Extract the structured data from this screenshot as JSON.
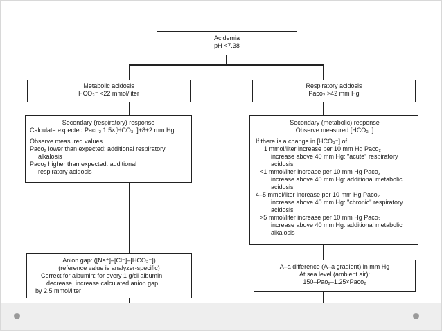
{
  "acidemia": {
    "title": "Acidemia",
    "ph": "pH <7.38"
  },
  "metabolic_acidosis": {
    "title": "Metabolic acidosis",
    "criterion": "HCO₃⁻ <22 mmol/liter"
  },
  "respiratory_acidosis": {
    "title": "Respiratory acidosis",
    "criterion": "Paco₂ >42 mm Hg"
  },
  "secondary_respiratory": {
    "title": "Secondary (respiratory) response",
    "calc": "Calculate expected Paco₂:1.5×[HCO₃⁻]+8±2 mm Hg",
    "observe": "Observe measured values",
    "lower_1": "Paco₂ lower than expected: additional respiratory",
    "lower_2": "alkalosis",
    "higher_1": "Paco₂ higher than expected: additional",
    "higher_2": "respiratory acidosis"
  },
  "secondary_metabolic": {
    "title": "Secondary (metabolic) response",
    "observe": "Observe measured [HCO₃⁻]",
    "intro": "If there is a change in [HCO₃⁻] of",
    "items": [
      {
        "lines": [
          "1 mmol/liter increase per 10 mm Hg Paco₂",
          "increase above 40 mm Hg: \"acute\" respiratory",
          "acidosis"
        ]
      },
      {
        "lines": [
          "<1 mmol/liter increase per 10 mm Hg Paco₂",
          "increase above 40 mm Hg: additional metabolic",
          "acidosis"
        ]
      },
      {
        "lines": [
          "4–5 mmol/liter increase per 10 mm Hg Paco₂",
          "increase above 40 mm Hg: \"chronic\" respiratory",
          "acidosis"
        ]
      },
      {
        "lines": [
          ">5 mmol/liter increase per 10 mm Hg Paco₂",
          "increase above 40 mm Hg: additional metabolic",
          "alkalosis"
        ]
      }
    ]
  },
  "anion_gap": {
    "title": "Anion gap: ([Na⁺]–[Cl⁻]–[HCO₃⁻])",
    "ref": "(reference value is analyzer-specific)",
    "correct_1": "Correct for albumin: for every 1 g/dl albumin",
    "correct_2": "decrease, increase calculated anion gap",
    "correct_3": "by 2.5 mmol/liter"
  },
  "aa_gradient": {
    "title": "A–a difference (A–a gradient) in mm Hg",
    "sea_level": "At sea level (ambient air):",
    "formula": "150–Pao₂–1.25×Paco₂"
  }
}
